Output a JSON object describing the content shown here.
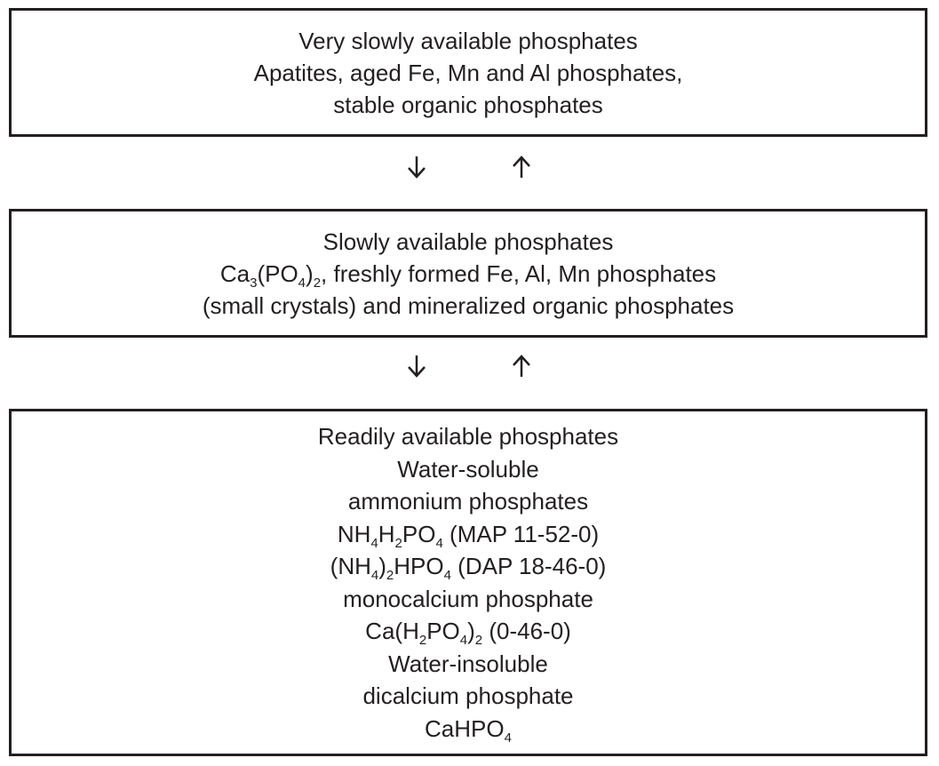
{
  "boxes": [
    {
      "heading": "Very slowly available phosphates",
      "lines": [
        "Apatites, aged Fe, Mn and Al phosphates,",
        "stable organic phosphates"
      ]
    },
    {
      "heading": "Slowly available phosphates",
      "formula_line": {
        "pre": "Ca",
        "sub1": "3",
        "mid": "(PO",
        "sub2": "4",
        "mid2": ")",
        "sub3": "2",
        "post": ", freshly formed Fe, Al, Mn phosphates"
      },
      "lines": [
        "(small crystals) and mineralized organic phosphates"
      ]
    },
    {
      "heading": "Readily available phosphates",
      "water_soluble": "Water-soluble",
      "ammonium": "ammonium phosphates",
      "map": {
        "a": "NH",
        "s1": "4",
        "b": "H",
        "s2": "2",
        "c": "PO",
        "s3": "4",
        "label": " (MAP 11-52-0)"
      },
      "dap": {
        "a": "(NH",
        "s1": "4",
        "b": ")",
        "s2": "2",
        "c": "HPO",
        "s3": "4",
        "label": " (DAP 18-46-0)"
      },
      "monocalcium": "monocalcium phosphate",
      "mcp": {
        "a": "Ca(H",
        "s1": "2",
        "b": "PO",
        "s2": "4",
        "c": ")",
        "s3": "2",
        "label": " (0-46-0)"
      },
      "water_insoluble": "Water-insoluble",
      "dicalcium": "dicalcium phosphate",
      "dcp": {
        "a": "CaHPO",
        "s1": "4"
      }
    }
  ],
  "arrows": {
    "down_icon": "arrow-down-icon",
    "up_icon": "arrow-up-icon"
  }
}
